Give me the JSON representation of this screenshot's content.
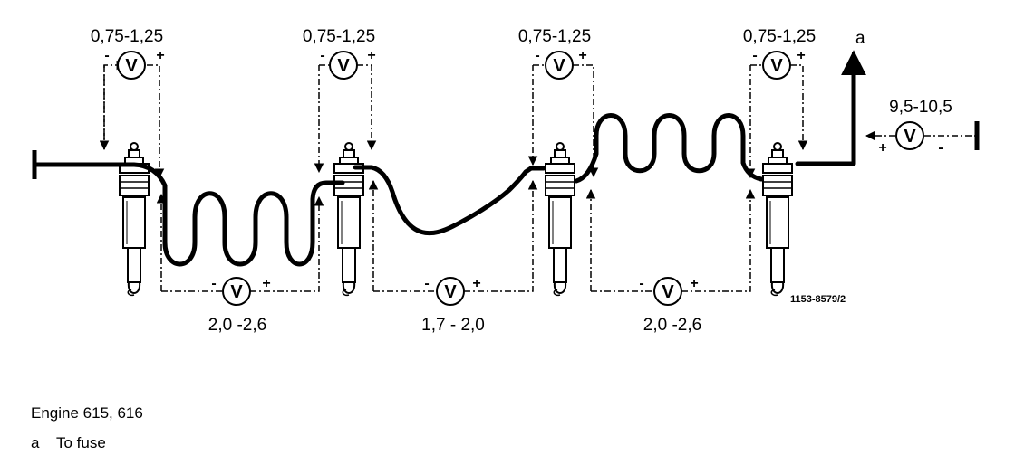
{
  "meters_top": [
    {
      "value": "0,75-1,25",
      "symbol": "V",
      "neg": "-",
      "pos": "+"
    },
    {
      "value": "0,75-1,25",
      "symbol": "V",
      "neg": "-",
      "pos": "+"
    },
    {
      "value": "0,75-1,25",
      "symbol": "V",
      "neg": "-",
      "pos": "+"
    },
    {
      "value": "0,75-1,25",
      "symbol": "V",
      "neg": "-",
      "pos": "+"
    }
  ],
  "meters_bottom": [
    {
      "value": "2,0 -2,6",
      "symbol": "V",
      "neg": "-",
      "pos": "+"
    },
    {
      "value": "1,7 - 2,0",
      "symbol": "V",
      "neg": "-",
      "pos": "+"
    },
    {
      "value": "2,0 -2,6",
      "symbol": "V",
      "neg": "-",
      "pos": "+"
    }
  ],
  "meter_total": {
    "value": "9,5-10,5",
    "symbol": "V",
    "pos": "+",
    "neg": "-"
  },
  "fuse_marker": "a",
  "figure_ref": "1153-8579/2",
  "caption": {
    "title": "Engine 615, 616",
    "legend_key": "a",
    "legend_text": "To fuse"
  }
}
